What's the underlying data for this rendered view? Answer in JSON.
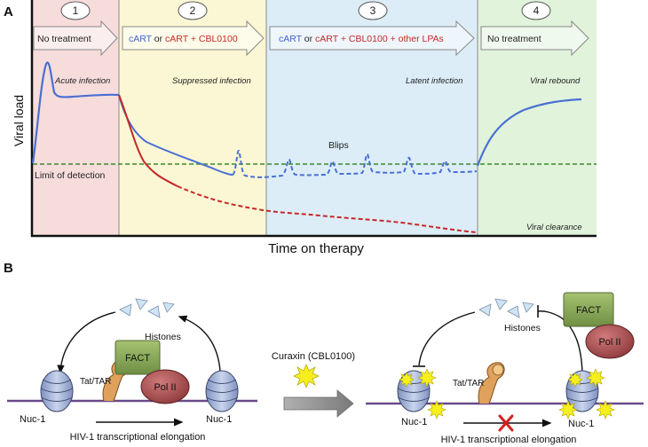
{
  "panel_a": {
    "label": "A",
    "y_axis_label": "Viral load",
    "x_axis_label": "Time on therapy",
    "phases": [
      {
        "number": "1",
        "arrow_text": "No treatment",
        "caption": "Acute infection",
        "fill": "#f7dcdc"
      },
      {
        "number": "2",
        "arrow_text_blue": "cART",
        "arrow_text_or": " or ",
        "arrow_text_red": "cART + CBL0100",
        "caption": "Suppressed infection",
        "fill": "#fbf7d4"
      },
      {
        "number": "3",
        "arrow_text_blue": "cART",
        "arrow_text_or": " or ",
        "arrow_text_red": "cART + CBL0100 + other LPAs",
        "caption": "Latent infection",
        "fill": "#dcedf8"
      },
      {
        "number": "4",
        "arrow_text": "No treatment",
        "caption": "Viral rebound",
        "fill": "#e1f3db"
      }
    ],
    "limit_label": "Limit of detection",
    "blips_label": "Blips",
    "clearance_label": "Viral clearance",
    "colors": {
      "blue_curve": "#4a6fd4",
      "red_curve": "#c62828",
      "limit_line": "#3a8a2a",
      "cart_text": "#3f63d0",
      "cbl_text": "#c62828"
    }
  },
  "panel_b": {
    "label": "B",
    "left": {
      "histones_label": "Histones",
      "fact_label": "FACT",
      "pol_label": "Pol II",
      "tattar_label": "Tat/TAR",
      "nuc_left_label": "Nuc-1",
      "nuc_right_label": "Nuc-1",
      "elongation_label": "HIV-1 transcriptional elongation"
    },
    "middle": {
      "drug_label": "Curaxin (CBL0100)"
    },
    "right": {
      "histones_label": "Histones",
      "fact_label": "FACT",
      "pol_label": "Pol II",
      "tattar_label": "Tat/TAR",
      "nuc_left_label": "Nuc-1",
      "nuc_right_label": "Nuc-1",
      "elongation_label": "HIV-1 transcriptional elongation"
    },
    "colors": {
      "fact_fill": "#8fae5c",
      "pol_fill": "#b2585a",
      "nucleosome": "#9fb2d8",
      "dna": "#6a4a8a",
      "star": "#f6ef1e",
      "block_x": "#d62020"
    }
  }
}
